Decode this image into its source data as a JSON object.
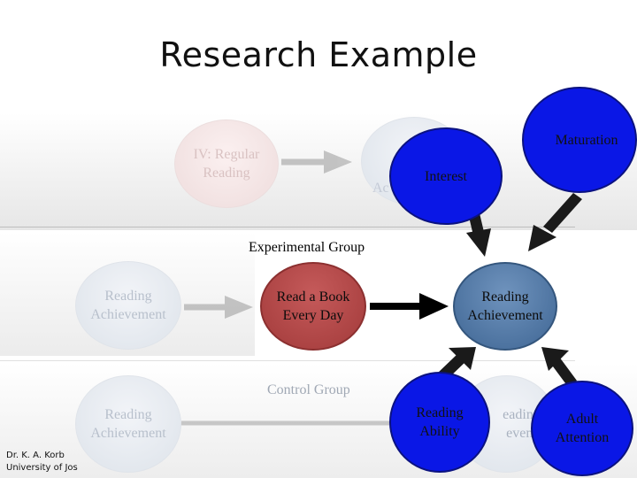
{
  "title": "Research Example",
  "labels": {
    "experimental": "Experimental Group",
    "control": "Control Group"
  },
  "nodes": {
    "iv_regular_reading": "IV: Regular Reading",
    "ghost_achievement_top": "Ac",
    "interest": "Interest",
    "maturation": "Maturation",
    "reading_achievement_left_exp": "Reading Achievement",
    "read_a_book": "Read a Book Every Day",
    "reading_achievement_exp": "Reading Achievement",
    "reading_achievement_left_ctrl": "Reading Achievement",
    "reading_ability": "Reading Ability",
    "ghost_achievement_ctrl": "eading evem",
    "adult_attention": "Adult Attention"
  },
  "credit": {
    "line1": "Dr. K. A. Korb",
    "line2": "University of Jos"
  },
  "colors": {
    "confound_blue": "#0a17e6",
    "dv_steel": "#4f77a6",
    "iv_red": "#b24848"
  }
}
